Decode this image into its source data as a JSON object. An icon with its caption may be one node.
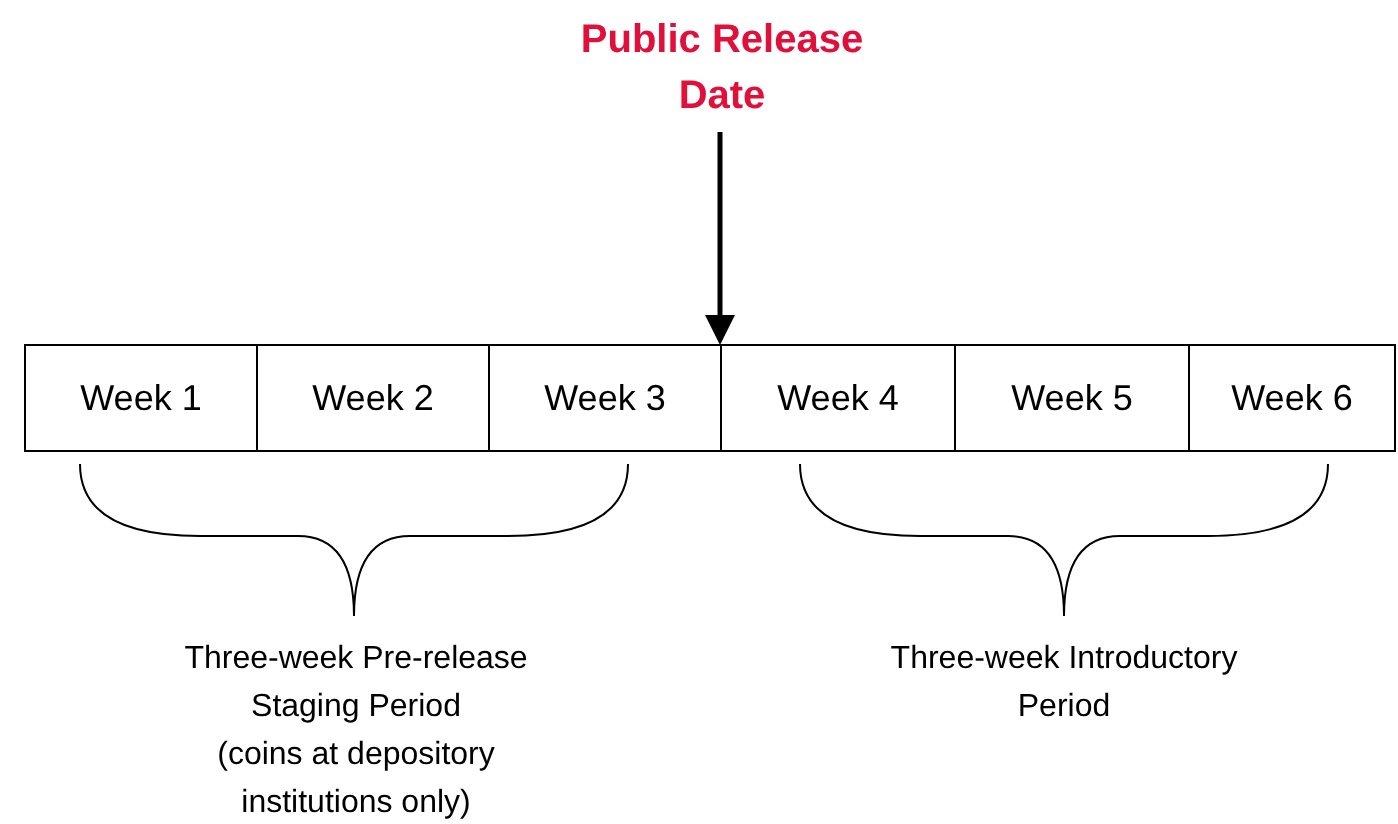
{
  "diagram": {
    "nodes": [
      {
        "text": [
          "Public Release Date"
        ]
      },
      {
        "text": [
          "Week 1"
        ]
      },
      {
        "text": [
          "Week 2"
        ]
      },
      {
        "text": [
          "Week 3"
        ]
      },
      {
        "text": [
          "Week 4"
        ]
      },
      {
        "text": [
          "Week 5"
        ]
      },
      {
        "text": [
          "Week 6"
        ]
      }
    ],
    "edges": [
      {
        "from": 0,
        "to": 4,
        "arrow": "to"
      }
    ],
    "labels": [
      "Three-week Pre-release Staging Period",
      "(coins at depository institutions only)",
      "Three-week Introductory Period"
    ]
  }
}
